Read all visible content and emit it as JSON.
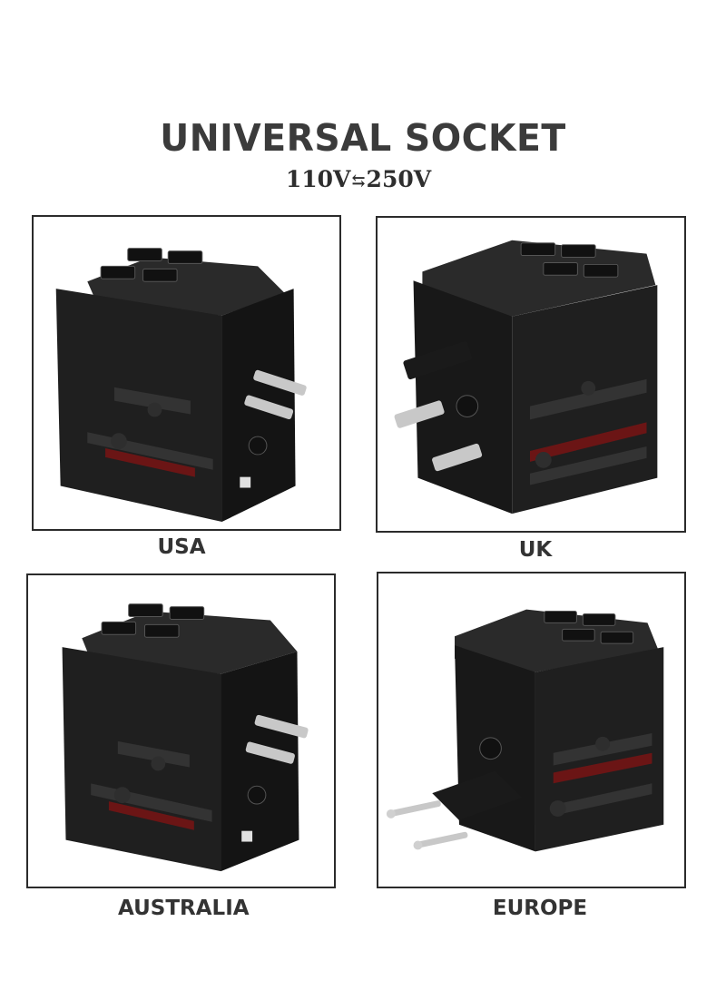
{
  "header": {
    "title": "UNIVERSAL SOCKET",
    "voltage_low": "110V",
    "voltage_arrows": "⇆",
    "voltage_high": "250V"
  },
  "panels": [
    {
      "label": "USA",
      "plug": "us-plug-icon"
    },
    {
      "label": "UK",
      "plug": "uk-plug-icon"
    },
    {
      "label": "AUSTRALIA",
      "plug": "au-plug-icon"
    },
    {
      "label": "EUROPE",
      "plug": "eu-plug-icon"
    }
  ],
  "colors": {
    "body": "#1c1c1c",
    "accent_red": "#8a1a1a",
    "prong": "#c8c8c8"
  }
}
